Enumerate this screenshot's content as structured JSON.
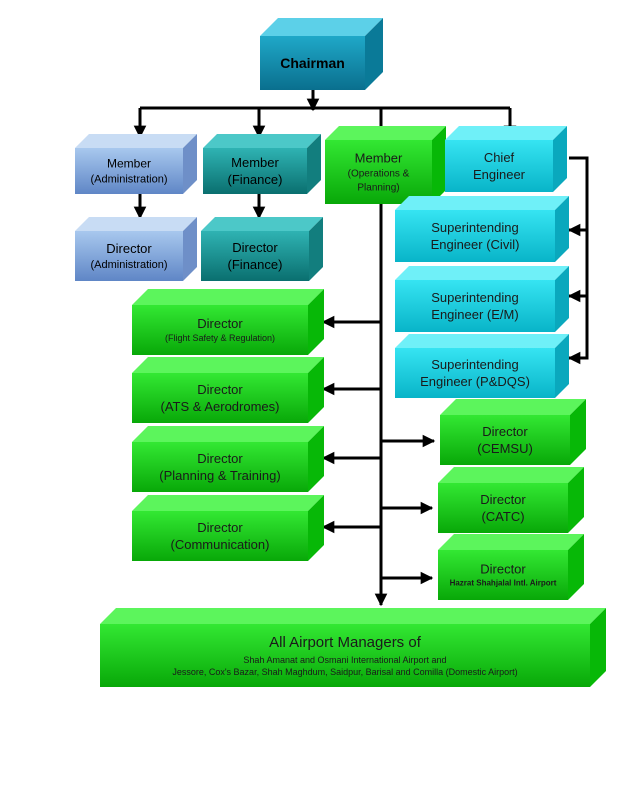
{
  "colors": {
    "blue": {
      "front_top": "#1fa8c8",
      "front_bottom": "#0a6f8e",
      "top": "#5cd0e8",
      "side": "#0a7a98",
      "text": "#000000"
    },
    "steel": {
      "front_top": "#a8c8ee",
      "front_bottom": "#5f86c6",
      "top": "#c8dcf4",
      "side": "#6e8fc8",
      "text": "#000000"
    },
    "teal": {
      "front_top": "#2fb3b3",
      "front_bottom": "#0a6f6f",
      "top": "#4cc8c8",
      "side": "#127e7e",
      "text": "#000000"
    },
    "cyan": {
      "front_top": "#36e4f2",
      "front_bottom": "#08b4c8",
      "top": "#6ff0f8",
      "side": "#0aa8bd",
      "text": "#1a1a1a"
    },
    "green": {
      "front_top": "#33e833",
      "front_bottom": "#08a808",
      "top": "#5cf55c",
      "side": "#07b807",
      "text": "#1a1a1a"
    },
    "line": "#000000"
  },
  "boxes": {
    "chairman": {
      "lines": [
        "Chairman"
      ]
    },
    "member_admin": {
      "lines": [
        "Member",
        "(Administration)"
      ]
    },
    "member_finance": {
      "lines": [
        "Member",
        "(Finance)"
      ]
    },
    "member_ops": {
      "lines": [
        "Member",
        "(Operations &",
        "Planning)"
      ]
    },
    "chief_engineer": {
      "lines": [
        "Chief",
        "Engineer"
      ]
    },
    "director_admin": {
      "lines": [
        "Director",
        "(Administration)"
      ]
    },
    "director_finance": {
      "lines": [
        "Director",
        "(Finance)"
      ]
    },
    "se_civil": {
      "lines": [
        "Superintending",
        "Engineer (Civil)"
      ]
    },
    "se_em": {
      "lines": [
        "Superintending",
        "Engineer (E/M)"
      ]
    },
    "se_pdqs": {
      "lines": [
        "Superintending",
        "Engineer (P&DQS)"
      ]
    },
    "dir_flight_safety": {
      "lines": [
        "Director",
        "(Flight Safety & Regulation)"
      ]
    },
    "dir_ats": {
      "lines": [
        "Director",
        "(ATS & Aerodromes)"
      ]
    },
    "dir_planning": {
      "lines": [
        "Director",
        "(Planning & Training)"
      ]
    },
    "dir_comm": {
      "lines": [
        "Director",
        "(Communication)"
      ]
    },
    "dir_cemsu": {
      "lines": [
        "Director",
        "(CEMSU)"
      ]
    },
    "dir_catc": {
      "lines": [
        "Director",
        "(CATC)"
      ]
    },
    "dir_hsia": {
      "lines": [
        "Director",
        "Hazrat Shahjalal Intl. Airport"
      ]
    },
    "airport_managers": {
      "lines": [
        "All Airport Managers of",
        "Shah Amanat and Osmani International Airport and",
        "Jessore, Cox's Bazar, Shah Maghdum, Saidpur, Barisal and Comilla (Domestic Airport)"
      ]
    }
  }
}
